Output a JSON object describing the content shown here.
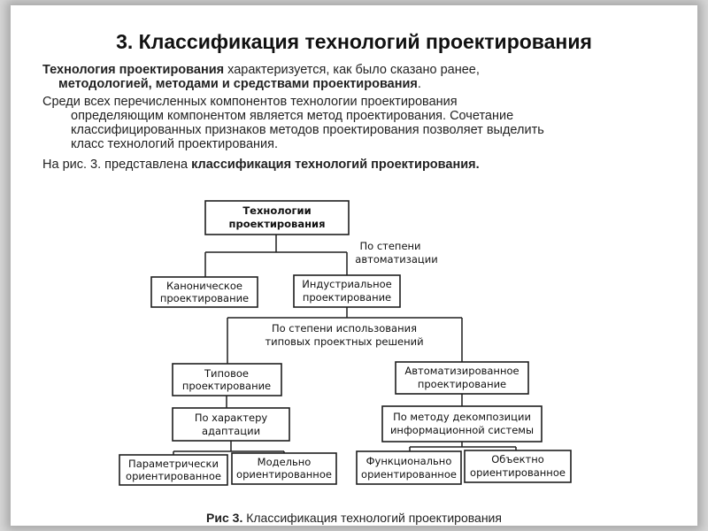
{
  "title": "3. Классификация технологий проектирования",
  "para1": {
    "bold": "Технология проектирования",
    "text": " характеризуется, как было сказано ранее,",
    "line2_bold": "методологией, методами и средствами проектирования",
    "line2_end": "."
  },
  "para2": {
    "line1": "Среди всех перечисленных компонентов технологии проектирования",
    "line2": "определяющим компонентом является метод проектирования. Сочетание",
    "line3": "классифицированных признаков методов проектирования позволяет выделить",
    "line4": "класс технологий проектирования."
  },
  "para3": {
    "text": "На рис. 3. представлена ",
    "bold": "классификация технологий проектирования."
  },
  "diagram": {
    "nodes": [
      {
        "id": "root",
        "lines": [
          "Технологии",
          "проектирования"
        ]
      },
      {
        "id": "canon",
        "lines": [
          "Каноническое",
          "проектирование"
        ]
      },
      {
        "id": "indust",
        "lines": [
          "Индустриальное",
          "проектирование"
        ]
      },
      {
        "id": "typical",
        "lines": [
          "Типовое",
          "проектирование"
        ]
      },
      {
        "id": "auto",
        "lines": [
          "Автоматизированное",
          "проектирование"
        ]
      },
      {
        "id": "adapt",
        "lines": [
          "По характеру",
          "адаптации"
        ]
      },
      {
        "id": "decomp",
        "lines": [
          "По методу декомпозиции",
          "информационной системы"
        ]
      },
      {
        "id": "param",
        "lines": [
          "Параметрически",
          "ориентированное"
        ]
      },
      {
        "id": "model",
        "lines": [
          "Модельно",
          "ориентированное"
        ]
      },
      {
        "id": "func",
        "lines": [
          "Функционально",
          "ориентированное"
        ]
      },
      {
        "id": "obj",
        "lines": [
          "Объектно",
          "ориентированное"
        ]
      }
    ],
    "labels": [
      {
        "id": "lbl-automation",
        "lines": [
          "По степени",
          "автоматизации"
        ]
      },
      {
        "id": "lbl-typical-solutions",
        "lines": [
          "По степени использования",
          "типовых проектных решений"
        ]
      }
    ]
  },
  "caption": {
    "bold": "Рис 3.",
    "text": " Классификация технологий проектирования"
  }
}
